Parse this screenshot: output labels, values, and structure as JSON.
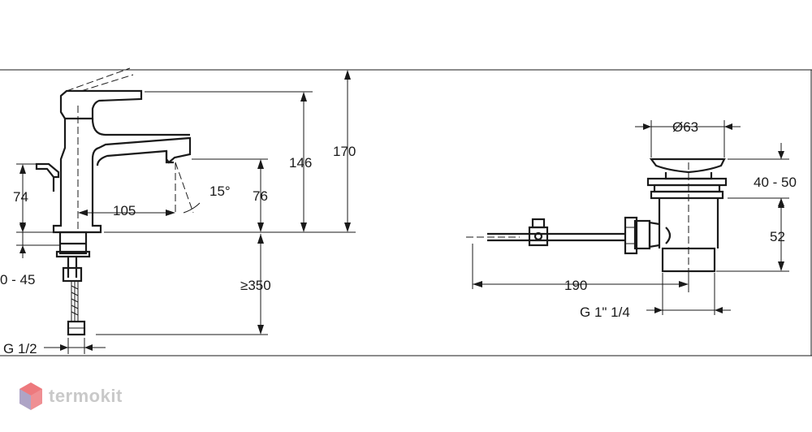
{
  "dimensions": {
    "height_total": "170",
    "height_spout": "146",
    "height_outlet": "76",
    "handle_height": "74",
    "reach": "105",
    "angle": "15°",
    "deck_thickness": "0 - 45",
    "hose_length": "≥350",
    "inlet_thread": "G 1/2",
    "waste_diameter": "Ø63",
    "waste_height_top": "40 - 50",
    "waste_height_bottom": "52",
    "rod_length": "190",
    "waste_thread": "G 1\" 1/4"
  },
  "brand": {
    "name": "termokit",
    "colors": {
      "logo_red": "#e8474c",
      "logo_blue": "#5b8fd6",
      "logo_text": "#c9c9c9"
    }
  }
}
